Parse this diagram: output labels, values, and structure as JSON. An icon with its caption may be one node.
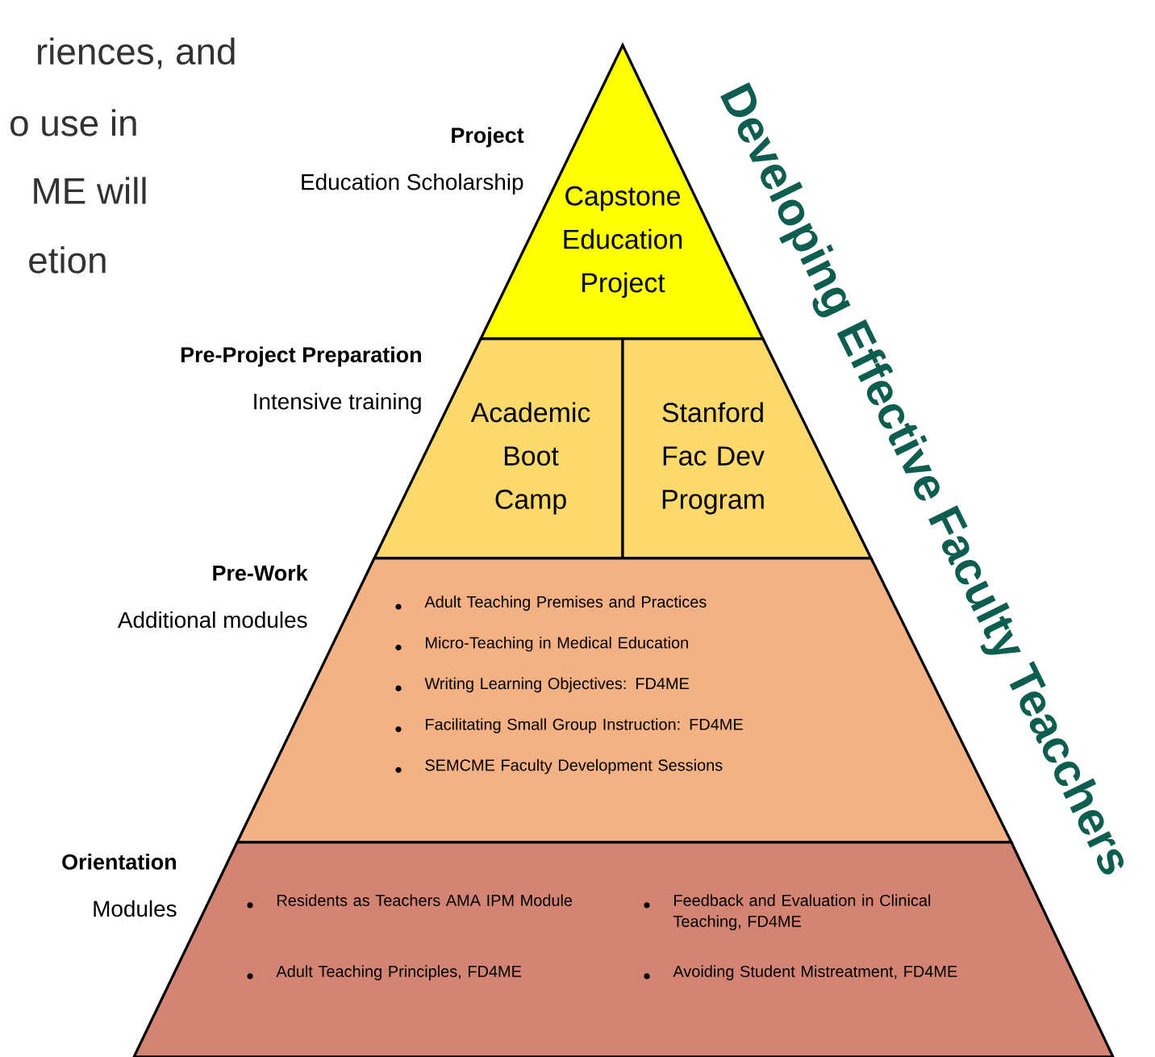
{
  "diagram": {
    "title": "Developing Effective Faculty Teacchers",
    "nodes": [
      {
        "text": [
          "Capstone Education Project"
        ],
        "beside": [
          "Project",
          "Education Scholarship"
        ]
      },
      {
        "text": [
          "Academic Boot Camp"
        ],
        "beside": [
          "Pre-Project Preparation",
          "Intensive training"
        ]
      },
      {
        "text": [
          "Stanford Fac Dev Program"
        ]
      },
      {
        "text": [
          "Adult Teaching Premises and Practices",
          "Micro-Teaching in Medical Education",
          "Writing Learning Objectives: FD4ME",
          "Facilitating Small Group Instruction: FD4ME",
          "SEMCME Faculty Development Sessions"
        ],
        "beside": [
          "Pre-Work",
          "Additional modules"
        ]
      },
      {
        "text": [
          "Residents as Teachers AMA IPM Module",
          "Feedback and Evaluation in Clinical Teaching, FD4ME",
          "Adult Teaching Principles, FD4ME",
          "Avoiding Student Mistreatment, FD4ME"
        ],
        "beside": [
          "Orientation",
          "Modules"
        ]
      }
    ],
    "labels": [
      "riences, and",
      "o use in",
      "ME will",
      "etion"
    ]
  }
}
